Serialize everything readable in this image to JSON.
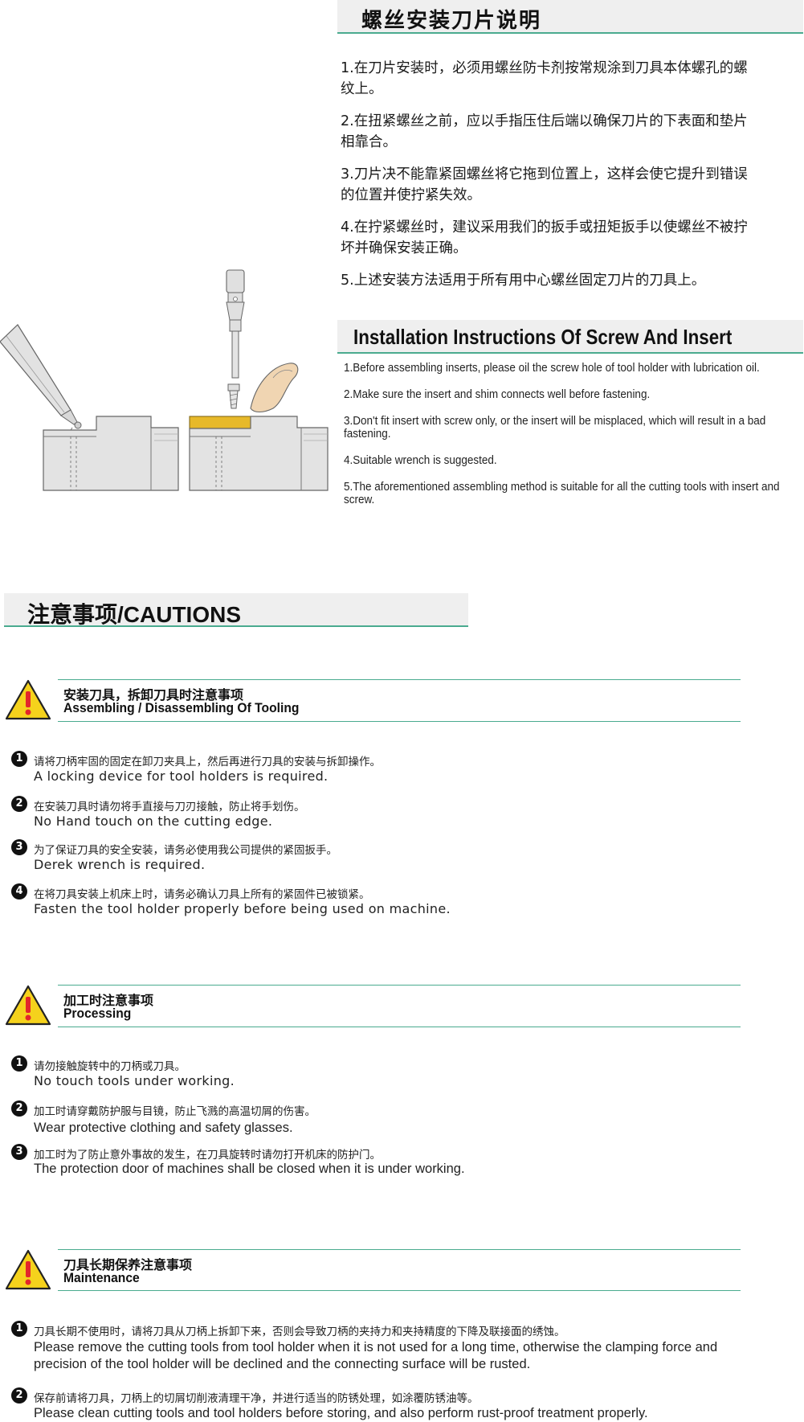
{
  "install_cn": {
    "title": "螺丝安装刀片说明",
    "items": [
      "1.在刀片安装时，必须用螺丝防卡剂按常规涂到刀具本体螺孔的螺纹上。",
      "2.在扭紧螺丝之前，应以手指压住后端以确保刀片的下表面和垫片相靠合。",
      "3.刀片决不能靠紧固螺丝将它拖到位置上，这样会使它提升到错误的位置并使拧紧失效。",
      "4.在拧紧螺丝时，建议采用我们的扳手或扭矩扳手以使螺丝不被拧坏并确保安装正确。",
      "5.上述安装方法适用于所有用中心螺丝固定刀片的刀具上。"
    ]
  },
  "install_en": {
    "title": "Installation Instructions Of Screw And Insert",
    "items": [
      "1.Before assembling inserts, please oil the screw hole of tool holder with lubrication oil.",
      "2.Make sure the insert and shim connects well before fastening.",
      "3.Don't fit insert with screw only, or the insert will be misplaced, which will result in a bad fastening.",
      "4.Suitable wrench is suggested.",
      "5.The aforementioned assembling method is suitable for all the cutting tools with insert and screw."
    ]
  },
  "cautions": {
    "title": "注意事项/CAUTIONS",
    "sections": [
      {
        "title_cn": "安装刀具，拆卸刀具时注意事项",
        "title_en": "Assembling / Disassembling Of Tooling",
        "items": [
          {
            "num": "1",
            "cn": "请将刀柄牢固的固定在卸刀夹具上，然后再进行刀具的安装与拆卸操作。",
            "en": "A locking device for tool holders is required."
          },
          {
            "num": "2",
            "cn": "在安装刀具时请勿将手直接与刀刃接触，防止将手划伤。",
            "en": "No Hand touch on the cutting edge."
          },
          {
            "num": "3",
            "cn": "为了保证刀具的安全安装，请务必使用我公司提供的紧固扳手。",
            "en": "Derek wrench is required."
          },
          {
            "num": "4",
            "cn": "在将刀具安装上机床上时，请务必确认刀具上所有的紧固件已被锁紧。",
            "en": "Fasten the tool holder properly before being used on machine."
          }
        ]
      },
      {
        "title_cn": "加工时注意事项",
        "title_en": "Processing",
        "items": [
          {
            "num": "1",
            "cn": "请勿接触旋转中的刀柄或刀具。",
            "en": "No touch tools under working."
          },
          {
            "num": "2",
            "cn": "加工时请穿戴防护服与目镜，防止飞溅的高温切屑的伤害。",
            "en": "Wear protective clothing and safety glasses."
          },
          {
            "num": "3",
            "cn": "加工时为了防止意外事故的发生，在刀具旋转时请勿打开机床的防护门。",
            "en": "The protection door of machines shall be closed when it is under working."
          }
        ]
      },
      {
        "title_cn": "刀具长期保养注意事项",
        "title_en": "Maintenance",
        "items": [
          {
            "num": "1",
            "cn": "刀具长期不使用时，请将刀具从刀柄上拆卸下来，否则会导致刀柄的夹持力和夹持精度的下降及联接面的绣蚀。",
            "en": "Please remove the cutting tools from tool holder when it is not used for a long time, otherwise the clamping force and precision of the tool holder will be declined and the connecting surface will be rusted."
          },
          {
            "num": "2",
            "cn": "保存前请将刀具，刀柄上的切屑切削液清理干净，并进行适当的防锈处理，如涂覆防锈油等。",
            "en": "Please clean cutting tools and tool holders before storing, and also perform rust-proof treatment properly."
          }
        ]
      }
    ]
  },
  "colors": {
    "accent_line": "#4aab8f",
    "header_bg": "#efefef",
    "warning_fill": "#f5d21c",
    "warning_mark": "#e3262b",
    "insert": "#e7b92a"
  },
  "icons": [
    "warning-triangle-icon",
    "number-circle-icon"
  ]
}
